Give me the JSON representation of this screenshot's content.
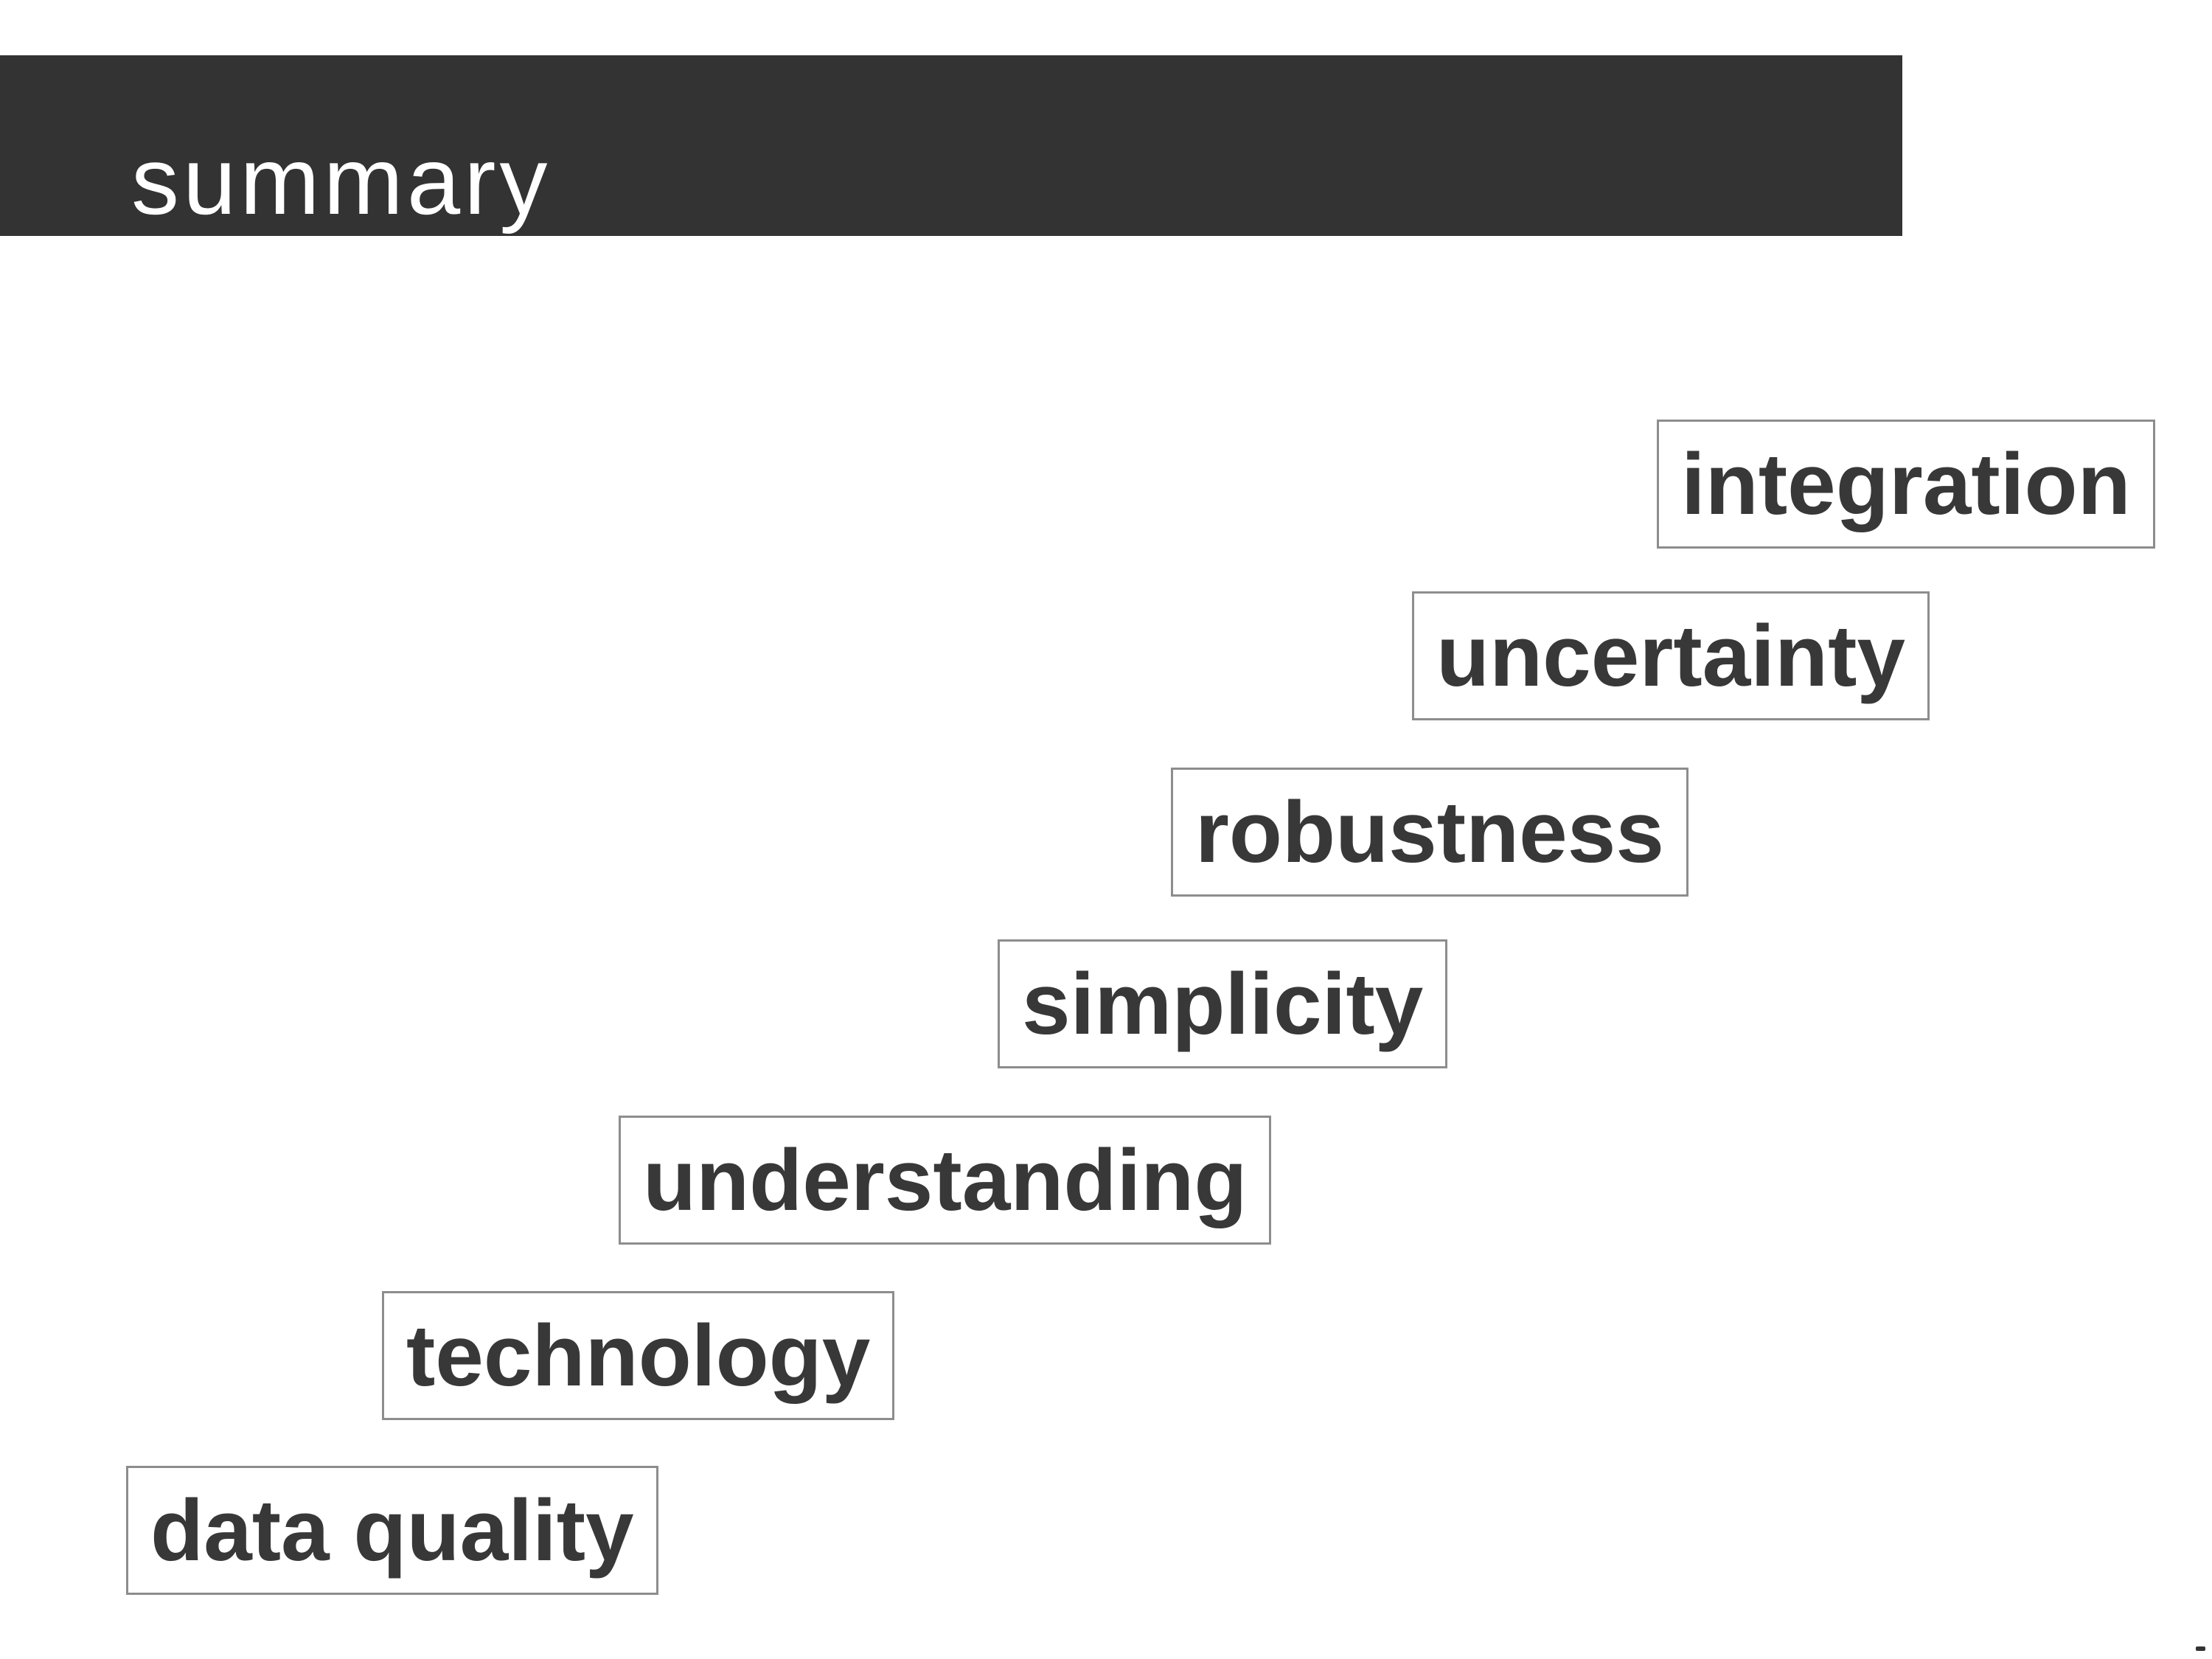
{
  "slide": {
    "title": "summary"
  },
  "staircase": [
    {
      "label": "integration"
    },
    {
      "label": "uncertainty"
    },
    {
      "label": "robustness"
    },
    {
      "label": "simplicity"
    },
    {
      "label": "understanding"
    },
    {
      "label": "technology"
    },
    {
      "label": "data quality"
    }
  ],
  "colors": {
    "title_bar_bg": "#333333",
    "title_text": "#ffffff",
    "box_border": "#8d8d8d",
    "box_bg": "#ffffff",
    "box_text": "#383838"
  }
}
